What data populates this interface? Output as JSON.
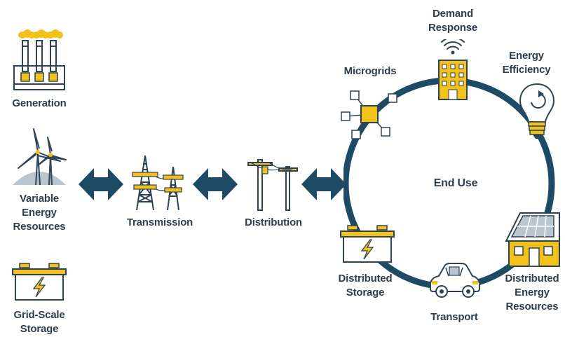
{
  "colors": {
    "navy": "#1d4a64",
    "yellow": "#f2c11a",
    "outline": "#2e4355",
    "text": "#2f3d4c",
    "panel": "#b9c6cf"
  },
  "left_column": {
    "generation": {
      "icon": "factory-icon",
      "lines": [
        "Generation"
      ]
    },
    "variable_energy": {
      "icon": "wind-turbine-icon",
      "lines": [
        "Variable",
        "Energy",
        "Resources"
      ]
    },
    "grid_storage": {
      "icon": "battery-icon",
      "lines": [
        "Grid-Scale",
        "Storage"
      ]
    }
  },
  "chain": {
    "transmission": {
      "icon": "transmission-tower-icon",
      "lines": [
        "Transmission"
      ]
    },
    "distribution": {
      "icon": "utility-pole-icon",
      "lines": [
        "Distribution"
      ]
    }
  },
  "ring": {
    "center": "End Use",
    "demand_response": {
      "icon": "smart-building-icon",
      "lines": [
        "Demand",
        "Response"
      ]
    },
    "energy_efficiency": {
      "icon": "light-bulb-icon",
      "lines": [
        "Energy",
        "Efficiency"
      ]
    },
    "microgrids": {
      "icon": "network-icon",
      "lines": [
        "Microgrids"
      ]
    },
    "distributed_storage": {
      "icon": "battery-icon",
      "lines": [
        "Distributed",
        "Storage"
      ]
    },
    "transport": {
      "icon": "car-icon",
      "lines": [
        "Transport"
      ]
    },
    "distributed_resources": {
      "icon": "solar-house-icon",
      "lines": [
        "Distributed",
        "Energy",
        "Resources"
      ]
    }
  }
}
